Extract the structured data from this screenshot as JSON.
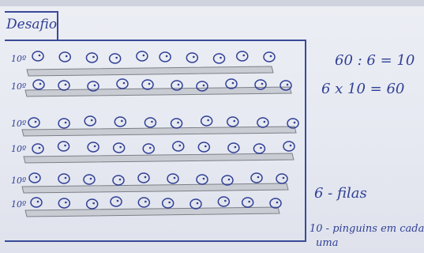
{
  "title": "Desafio",
  "row_labels": [
    "10",
    "10",
    "10",
    "10",
    "10",
    "10"
  ],
  "rows_penguin_counts": [
    10,
    10,
    10,
    10,
    10,
    10
  ],
  "notes": {
    "division": "60 : 6 = 10",
    "multiplication": "6 x 10 = 60",
    "rows": "6 - filas",
    "each_line1": "10 - pinguins em cada",
    "each_line2": "uma"
  },
  "colors": {
    "ink": "#2f3f95",
    "pencil": "#7c7f86"
  }
}
